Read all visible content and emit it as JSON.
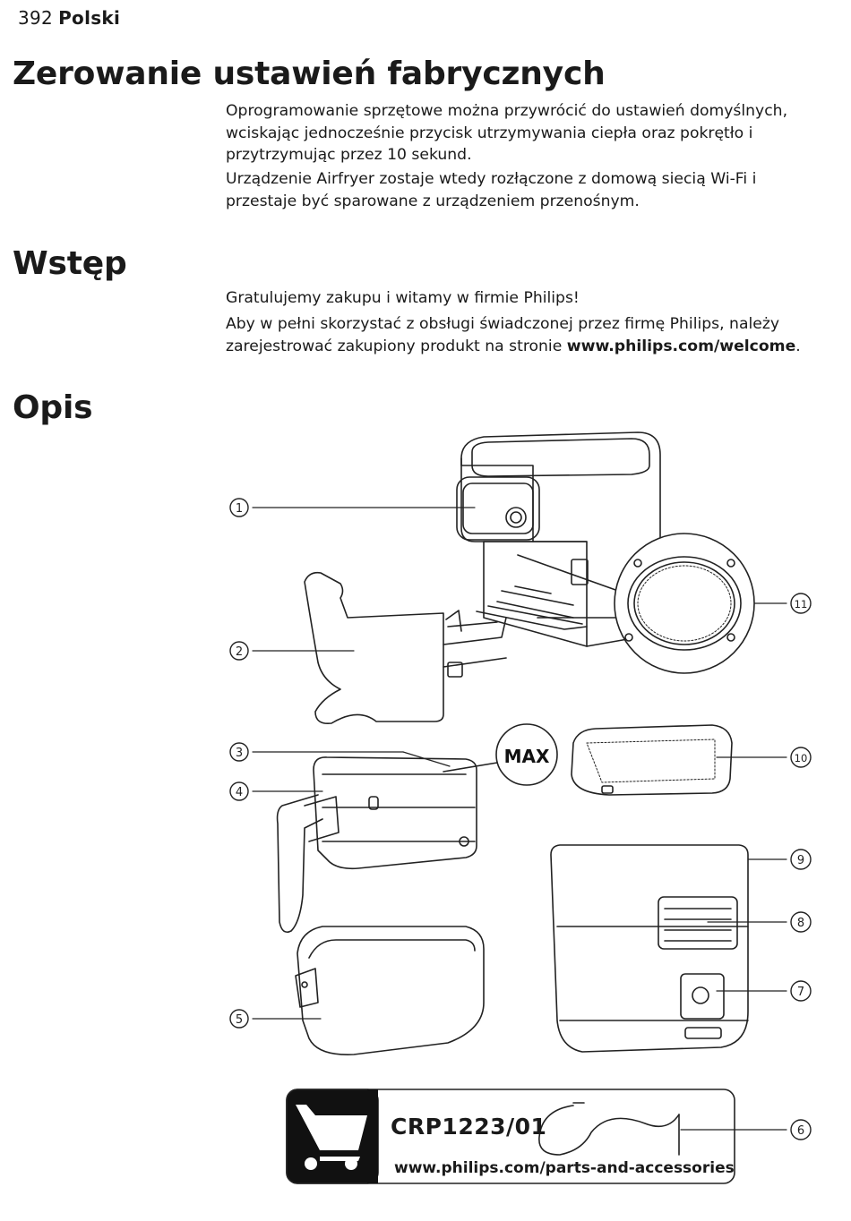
{
  "header": {
    "page_number": "392",
    "language": "Polski"
  },
  "sections": {
    "reset": {
      "title": "Zerowanie ustawień fabrycznych",
      "p1": "Oprogramowanie sprzętowe można przywrócić do ustawień domyślnych, wciskając jednocześnie przycisk utrzymywania ciepła oraz pokrętło i przytrzymując przez 10 sekund.",
      "p2": "Urządzenie Airfryer zostaje wtedy rozłączone z domową siecią Wi-Fi i przestaje być sparowane z urządzeniem przenośnym."
    },
    "intro": {
      "title": "Wstęp",
      "p1": "Gratulujemy zakupu i witamy w firmie Philips!",
      "p2_before": "Aby w pełni skorzystać z obsługi świadczonej przez firmę Philips, należy zarejestrować zakupiony produkt na stronie ",
      "p2_link": "www.philips.com/welcome",
      "p2_after": "."
    },
    "description": {
      "title": "Opis"
    }
  },
  "figure": {
    "max_label": "MAX",
    "callouts": [
      "1",
      "2",
      "3",
      "4",
      "5",
      "6",
      "7",
      "8",
      "9",
      "10",
      "11"
    ],
    "accessory": {
      "code": "CRP1223/01",
      "url": "www.philips.com/parts-and-accessories",
      "icon": "shopping-cart-icon"
    }
  }
}
